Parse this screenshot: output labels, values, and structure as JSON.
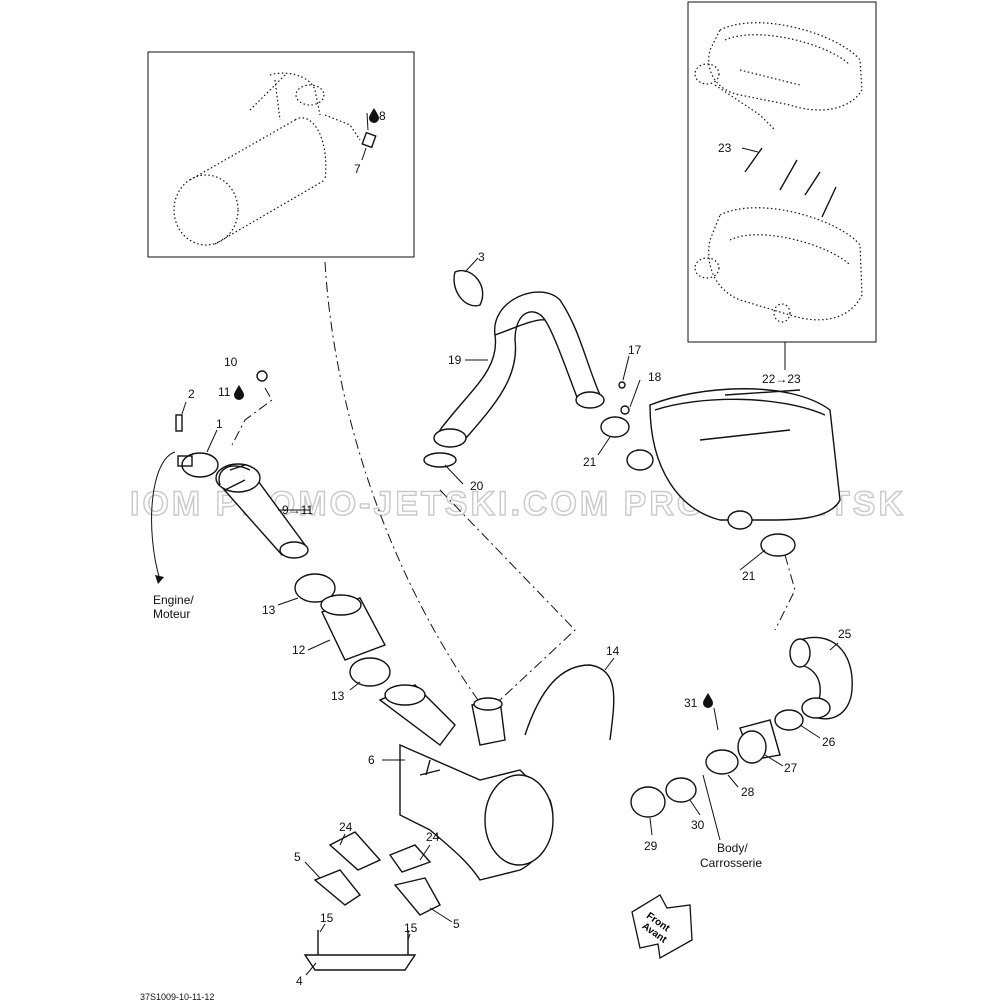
{
  "watermark": "IOM  PROMO-JETSKI.COM  PROMO-JETSK",
  "callouts": {
    "c1": "1",
    "c2": "2",
    "c3": "3",
    "c4": "4",
    "c5a": "5",
    "c5b": "5",
    "c6": "6",
    "c7": "7",
    "c8": "8",
    "c9_11": "9→11",
    "c10": "10",
    "c11": "11",
    "c12": "12",
    "c13a": "13",
    "c13b": "13",
    "c14": "14",
    "c15a": "15",
    "c15b": "15",
    "c17": "17",
    "c18": "18",
    "c19": "19",
    "c20": "20",
    "c21a": "21",
    "c21b": "21",
    "c22_23": "22→23",
    "c23": "23",
    "c24a": "24",
    "c24b": "24",
    "c25": "25",
    "c26": "26",
    "c27": "27",
    "c28": "28",
    "c29": "29",
    "c30": "30",
    "c31": "31"
  },
  "notes": {
    "engine_line1": "Engine/",
    "engine_line2": "Moteur",
    "body_line1": "Body/",
    "body_line2": "Carrosserie",
    "front_line1": "Front",
    "front_line2": "Avant"
  },
  "reference": "37S1009-10-11-12",
  "icons": [
    "lubricant-drop-icon",
    "front-arrow-icon"
  ]
}
